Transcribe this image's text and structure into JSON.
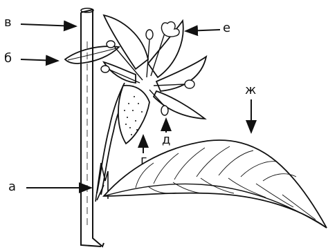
{
  "labels": {
    "a": "а",
    "b": "б",
    "v": "в",
    "g": "г",
    "d": "д",
    "e": "е",
    "zh": "ж"
  },
  "colors": {
    "ink": "#111111",
    "paper": "#ffffff"
  }
}
